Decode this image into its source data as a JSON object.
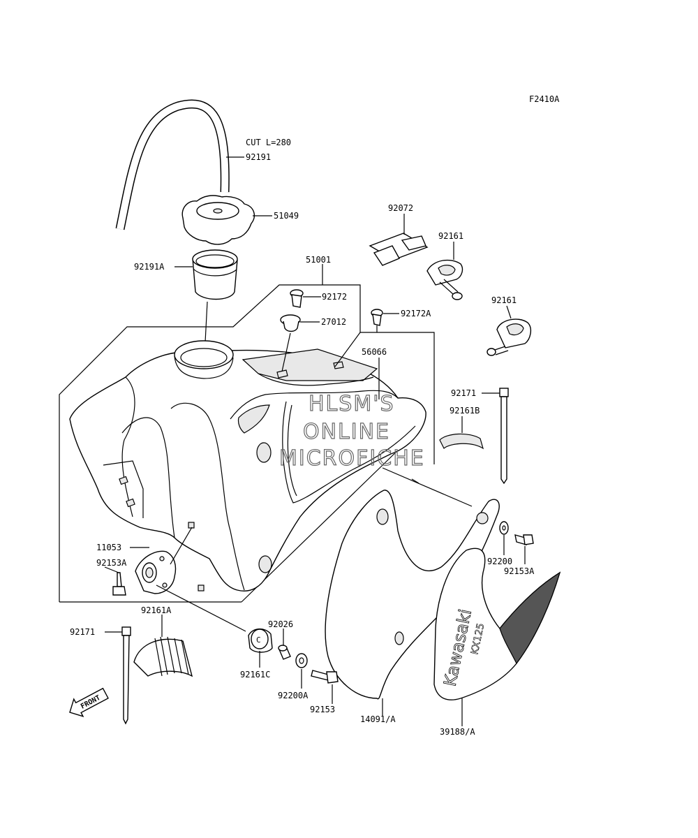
{
  "figure_code": "F2410A",
  "watermark": [
    "HLSM'S",
    "ONLINE",
    "MICROFICHE"
  ],
  "hose_note": "CUT L=280",
  "callouts": {
    "p92191": "92191",
    "p51049": "51049",
    "p92191A": "92191A",
    "p51001": "51001",
    "p92172": "92172",
    "p27012": "27012",
    "p92172A": "92172A",
    "p56066": "56066",
    "p92072": "92072",
    "p92161_a": "92161",
    "p92161_b": "92161",
    "p92171_r": "92171",
    "p92161B": "92161B",
    "p11053": "11053",
    "p92153A_l": "92153A",
    "p92200": "92200",
    "p92153A_r": "92153A",
    "p92171_l": "92171",
    "p92161A": "92161A",
    "p92026": "92026",
    "p92161C": "92161C",
    "p92200A": "92200A",
    "p92153": "92153",
    "p14091A": "14091/A",
    "p39188A": "39188/A"
  },
  "front_arrow": "FRONT",
  "decal_brand": "Kawasaki",
  "decal_model": "KX125"
}
